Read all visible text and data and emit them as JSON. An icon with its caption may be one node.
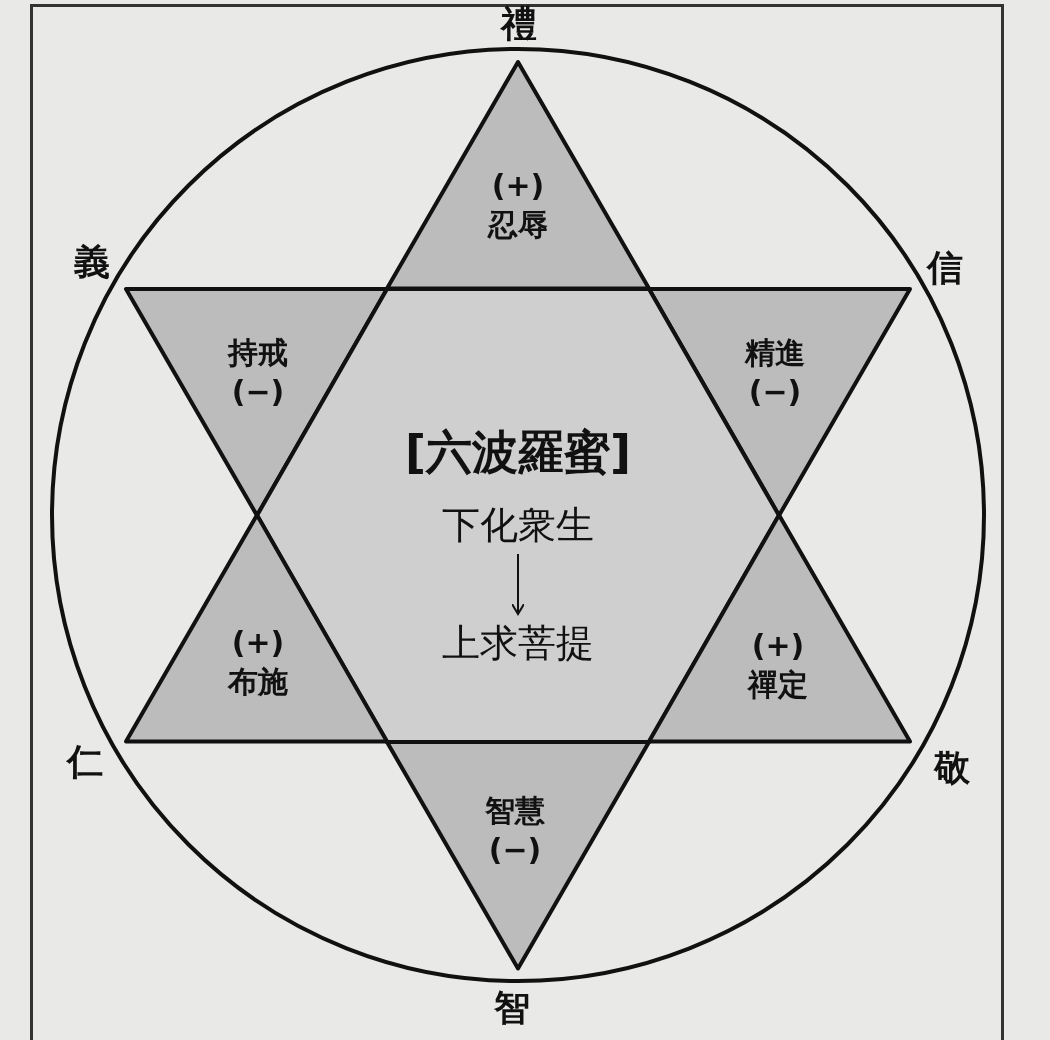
{
  "diagram": {
    "nodes": [
      {
        "text": [
          "(+)",
          "忍辱"
        ]
      },
      {
        "text": [
          "持戒",
          "(−)"
        ]
      },
      {
        "text": [
          "精進",
          "(−)"
        ]
      },
      {
        "text": [
          "[六波羅蜜]"
        ]
      },
      {
        "text": [
          "下化衆生"
        ],
        "in": 3
      },
      {
        "text": [
          "上求菩提"
        ],
        "in": 3
      },
      {
        "text": [
          "(+)",
          "布施"
        ]
      },
      {
        "text": [
          "(+)",
          "禪定"
        ]
      },
      {
        "text": [
          "智慧",
          "(−)"
        ]
      }
    ],
    "edges": [
      {
        "from": 4,
        "to": 5,
        "arrow": "to"
      }
    ],
    "labels": [
      "禮",
      "義",
      "信",
      "仁",
      "敬",
      "智"
    ]
  }
}
